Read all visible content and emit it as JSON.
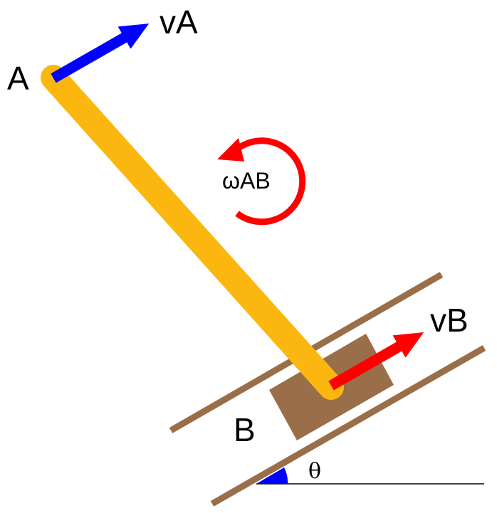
{
  "labels": {
    "point_a": "A",
    "point_b": "B",
    "velocity_a": "vA",
    "velocity_b": "vB",
    "angular_velocity": "ωAB",
    "angle": "θ"
  },
  "colors": {
    "link": "#fbb710",
    "slider": "#9a6e48",
    "rails": "#9a6e48",
    "velocity_a_arrow": "#0000ff",
    "velocity_b_arrow": "#ff0000",
    "angular_arrow": "#ff0000",
    "angle_wedge": "#0000ff",
    "baseline": "#000000"
  },
  "icons": {
    "velocity_a": "arrow-right-up",
    "velocity_b": "arrow-right-up",
    "angular_velocity": "counterclockwise-rotation-arrow"
  }
}
